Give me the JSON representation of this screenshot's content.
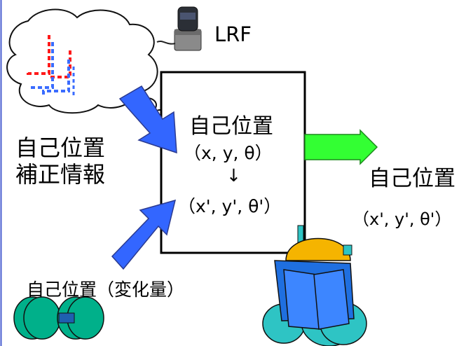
{
  "labels": {
    "lrf": "LRF",
    "correction_line1": "自己位置",
    "correction_line2": "補正情報",
    "box_line1": "自己位置",
    "box_line2": "（x, y, θ）",
    "box_arrow": "↓",
    "box_line3": "（x', y', θ'）",
    "output_line1": "自己位置",
    "output_line2": "（x', y', θ'）",
    "odometry": "自己位置（変化量）"
  },
  "colors": {
    "arrow_blue": "#3366ff",
    "arrow_green": "#33ff33",
    "wheel_teal": "#00b08a",
    "robot_body": "#1f6fe0",
    "robot_head": "#f5b400",
    "robot_wheels": "#2ec4c4",
    "scan_red": "#ff1a1a",
    "scan_blue": "#3a6cff"
  },
  "icons": {
    "sensor": "lrf-sensor-icon",
    "robot": "robot-icon",
    "wheels": "wheels-icon",
    "cloud": "thought-cloud-icon"
  }
}
